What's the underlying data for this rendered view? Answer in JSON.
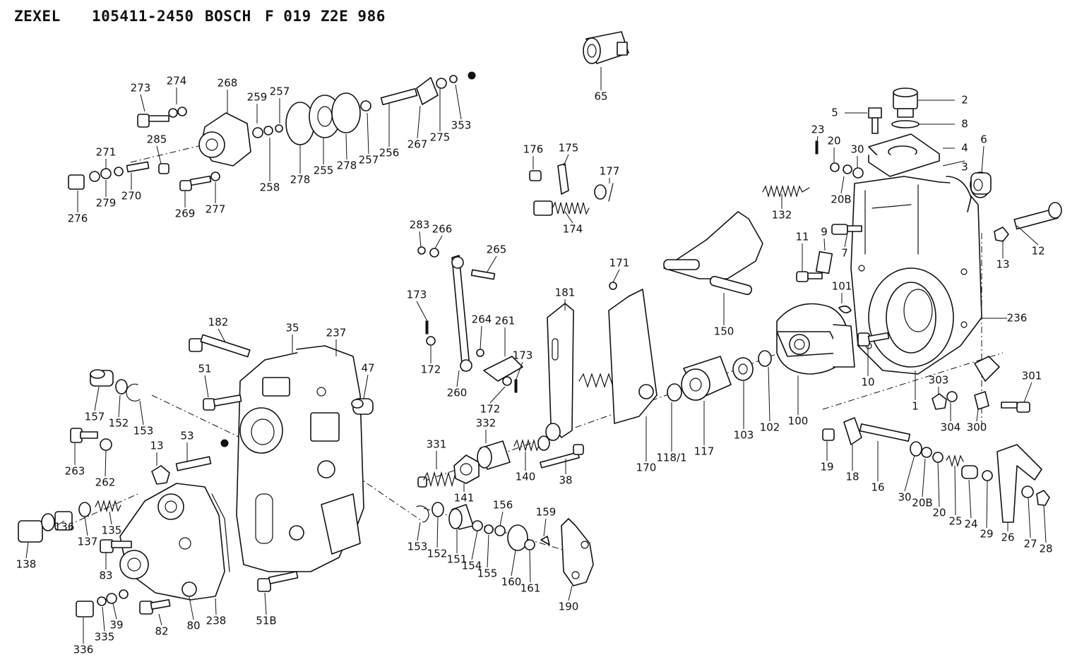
{
  "header": {
    "brand_a": "ZEXEL",
    "part_no_a": "105411-2450",
    "brand_b": "BOSCH",
    "part_no_b": "F 019 Z2E 986"
  },
  "callouts": [
    "65",
    "2",
    "5",
    "8",
    "4",
    "3",
    "6",
    "23",
    "20",
    "30",
    "20B",
    "9",
    "7",
    "11",
    "12",
    "13",
    "101",
    "236",
    "10",
    "1",
    "273",
    "274",
    "268",
    "259",
    "257",
    "267",
    "275",
    "353",
    "256",
    "257",
    "278",
    "255",
    "278",
    "258",
    "271",
    "285",
    "270",
    "279",
    "276",
    "269",
    "277",
    "176",
    "175",
    "177",
    "174",
    "132",
    "150",
    "283",
    "266",
    "265",
    "173",
    "264",
    "261",
    "172",
    "260",
    "173",
    "172",
    "181",
    "171",
    "170",
    "118/1",
    "117",
    "103",
    "102",
    "100",
    "182",
    "35",
    "237",
    "51",
    "47",
    "157",
    "152",
    "153",
    "263",
    "262",
    "13",
    "53",
    "331",
    "332",
    "141",
    "140",
    "38",
    "303",
    "301",
    "304",
    "300",
    "19",
    "18",
    "16",
    "30",
    "20B",
    "20",
    "25",
    "24",
    "29",
    "26",
    "27",
    "28",
    "138",
    "136",
    "137",
    "135",
    "83",
    "336",
    "335",
    "39",
    "82",
    "80",
    "238",
    "51B",
    "153",
    "152",
    "151",
    "154",
    "155",
    "156",
    "160",
    "161",
    "159",
    "190"
  ],
  "colors": {
    "ink": "#111111",
    "paper": "#ffffff"
  }
}
